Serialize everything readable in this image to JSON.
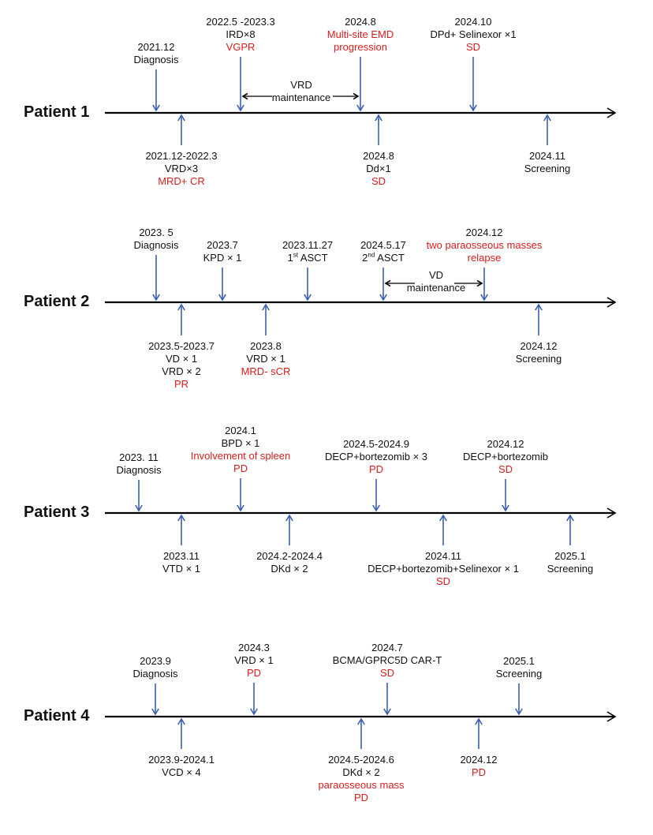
{
  "colors": {
    "axis": "#000000",
    "arrow": "#3a5fb0",
    "text": "#111111",
    "red": "#d81e1e"
  },
  "patients": [
    {
      "label": "Patient 1",
      "above": [
        {
          "lines": [
            {
              "t": "2021.12"
            },
            {
              "t": "Diagnosis"
            }
          ]
        },
        {
          "lines": [
            {
              "t": "2022.5 -2023.3"
            },
            {
              "t": "IRD×8"
            },
            {
              "t": "VGPR",
              "red": true
            }
          ]
        },
        {
          "lines": [
            {
              "t": "2024.8"
            },
            {
              "t": "Multi-site EMD",
              "red": true
            },
            {
              "t": "progression",
              "red": true
            }
          ]
        },
        {
          "lines": [
            {
              "t": "2024.10"
            },
            {
              "t": "DPd+ Selinexor ×1"
            },
            {
              "t": "SD",
              "red": true
            }
          ]
        }
      ],
      "below": [
        {
          "lines": [
            {
              "t": "2021.12-2022.3"
            },
            {
              "t": "VRD×3"
            },
            {
              "t": "MRD+ CR",
              "red": true
            }
          ]
        },
        {
          "lines": [
            {
              "t": "2024.8"
            },
            {
              "t": "Dd×1"
            },
            {
              "t": "SD",
              "red": true
            }
          ]
        },
        {
          "lines": [
            {
              "t": "2024.11"
            },
            {
              "t": "Screening"
            }
          ]
        }
      ],
      "maintenance": {
        "line1": "VRD",
        "line2": "maintenance"
      }
    },
    {
      "label": "Patient 2",
      "above": [
        {
          "lines": [
            {
              "t": "2023. 5"
            },
            {
              "t": "Diagnosis"
            }
          ]
        },
        {
          "lines": [
            {
              "t": "2023.7"
            },
            {
              "t": "KPD × 1"
            }
          ]
        },
        {
          "lines": [
            {
              "t": "2023.11.27"
            },
            {
              "pre": "1",
              "sup": "st",
              "post": " ASCT"
            }
          ]
        },
        {
          "lines": [
            {
              "t": "2024.5.17"
            },
            {
              "pre": "2",
              "sup": "nd",
              "post": " ASCT"
            }
          ]
        },
        {
          "lines": [
            {
              "t": "2024.12"
            },
            {
              "t": "two paraosseous masses",
              "red": true
            },
            {
              "t": "relapse",
              "red": true
            }
          ]
        }
      ],
      "below": [
        {
          "lines": [
            {
              "t": "2023.5-2023.7"
            },
            {
              "t": "VD × 1"
            },
            {
              "t": "VRD × 2"
            },
            {
              "t": "PR",
              "red": true
            }
          ]
        },
        {
          "lines": [
            {
              "t": "2023.8"
            },
            {
              "t": "VRD × 1"
            },
            {
              "t": "MRD- sCR",
              "red": true
            }
          ]
        },
        {
          "lines": [
            {
              "t": "2024.12"
            },
            {
              "t": "Screening"
            }
          ]
        }
      ],
      "maintenance": {
        "line1": "VD",
        "line2": "maintenance"
      }
    },
    {
      "label": "Patient 3",
      "above": [
        {
          "lines": [
            {
              "t": "2023. 11"
            },
            {
              "t": "Diagnosis"
            }
          ]
        },
        {
          "lines": [
            {
              "t": "2024.1"
            },
            {
              "t": "BPD × 1"
            },
            {
              "t": "Involvement of spleen",
              "red": true
            },
            {
              "t": "PD",
              "red": true
            }
          ]
        },
        {
          "lines": [
            {
              "t": "2024.5-2024.9"
            },
            {
              "t": "DECP+bortezomib  × 3"
            },
            {
              "t": "PD",
              "red": true
            }
          ]
        },
        {
          "lines": [
            {
              "t": "2024.12"
            },
            {
              "t": "DECP+bortezomib"
            },
            {
              "t": "SD",
              "red": true
            }
          ]
        }
      ],
      "below": [
        {
          "lines": [
            {
              "t": "2023.11"
            },
            {
              "t": "VTD × 1"
            }
          ]
        },
        {
          "lines": [
            {
              "t": "2024.2-2024.4"
            },
            {
              "t": "DKd × 2"
            }
          ]
        },
        {
          "lines": [
            {
              "t": "2024.11"
            },
            {
              "t": "DECP+bortezomib+Selinexor × 1"
            },
            {
              "t": "SD",
              "red": true
            }
          ]
        },
        {
          "lines": [
            {
              "t": "2025.1"
            },
            {
              "t": "Screening"
            }
          ]
        }
      ]
    },
    {
      "label": "Patient 4",
      "above": [
        {
          "lines": [
            {
              "t": "2023.9"
            },
            {
              "t": "Diagnosis"
            }
          ]
        },
        {
          "lines": [
            {
              "t": "2024.3"
            },
            {
              "t": "VRD × 1"
            },
            {
              "t": "PD",
              "red": true
            }
          ]
        },
        {
          "lines": [
            {
              "t": "2024.7"
            },
            {
              "t": "BCMA/GPRC5D CAR-T"
            },
            {
              "t": "SD",
              "red": true
            }
          ]
        },
        {
          "lines": [
            {
              "t": "2025.1"
            },
            {
              "t": "Screening"
            }
          ]
        }
      ],
      "below": [
        {
          "lines": [
            {
              "t": "2023.9-2024.1"
            },
            {
              "t": "VCD × 4"
            }
          ]
        },
        {
          "lines": [
            {
              "t": "2024.5-2024.6"
            },
            {
              "t": "DKd × 2"
            },
            {
              "t": "paraosseous mass",
              "red": true
            },
            {
              "t": "PD",
              "red": true
            }
          ]
        },
        {
          "lines": [
            {
              "t": "2024.12"
            },
            {
              "t": "PD",
              "red": true
            }
          ]
        }
      ]
    }
  ]
}
